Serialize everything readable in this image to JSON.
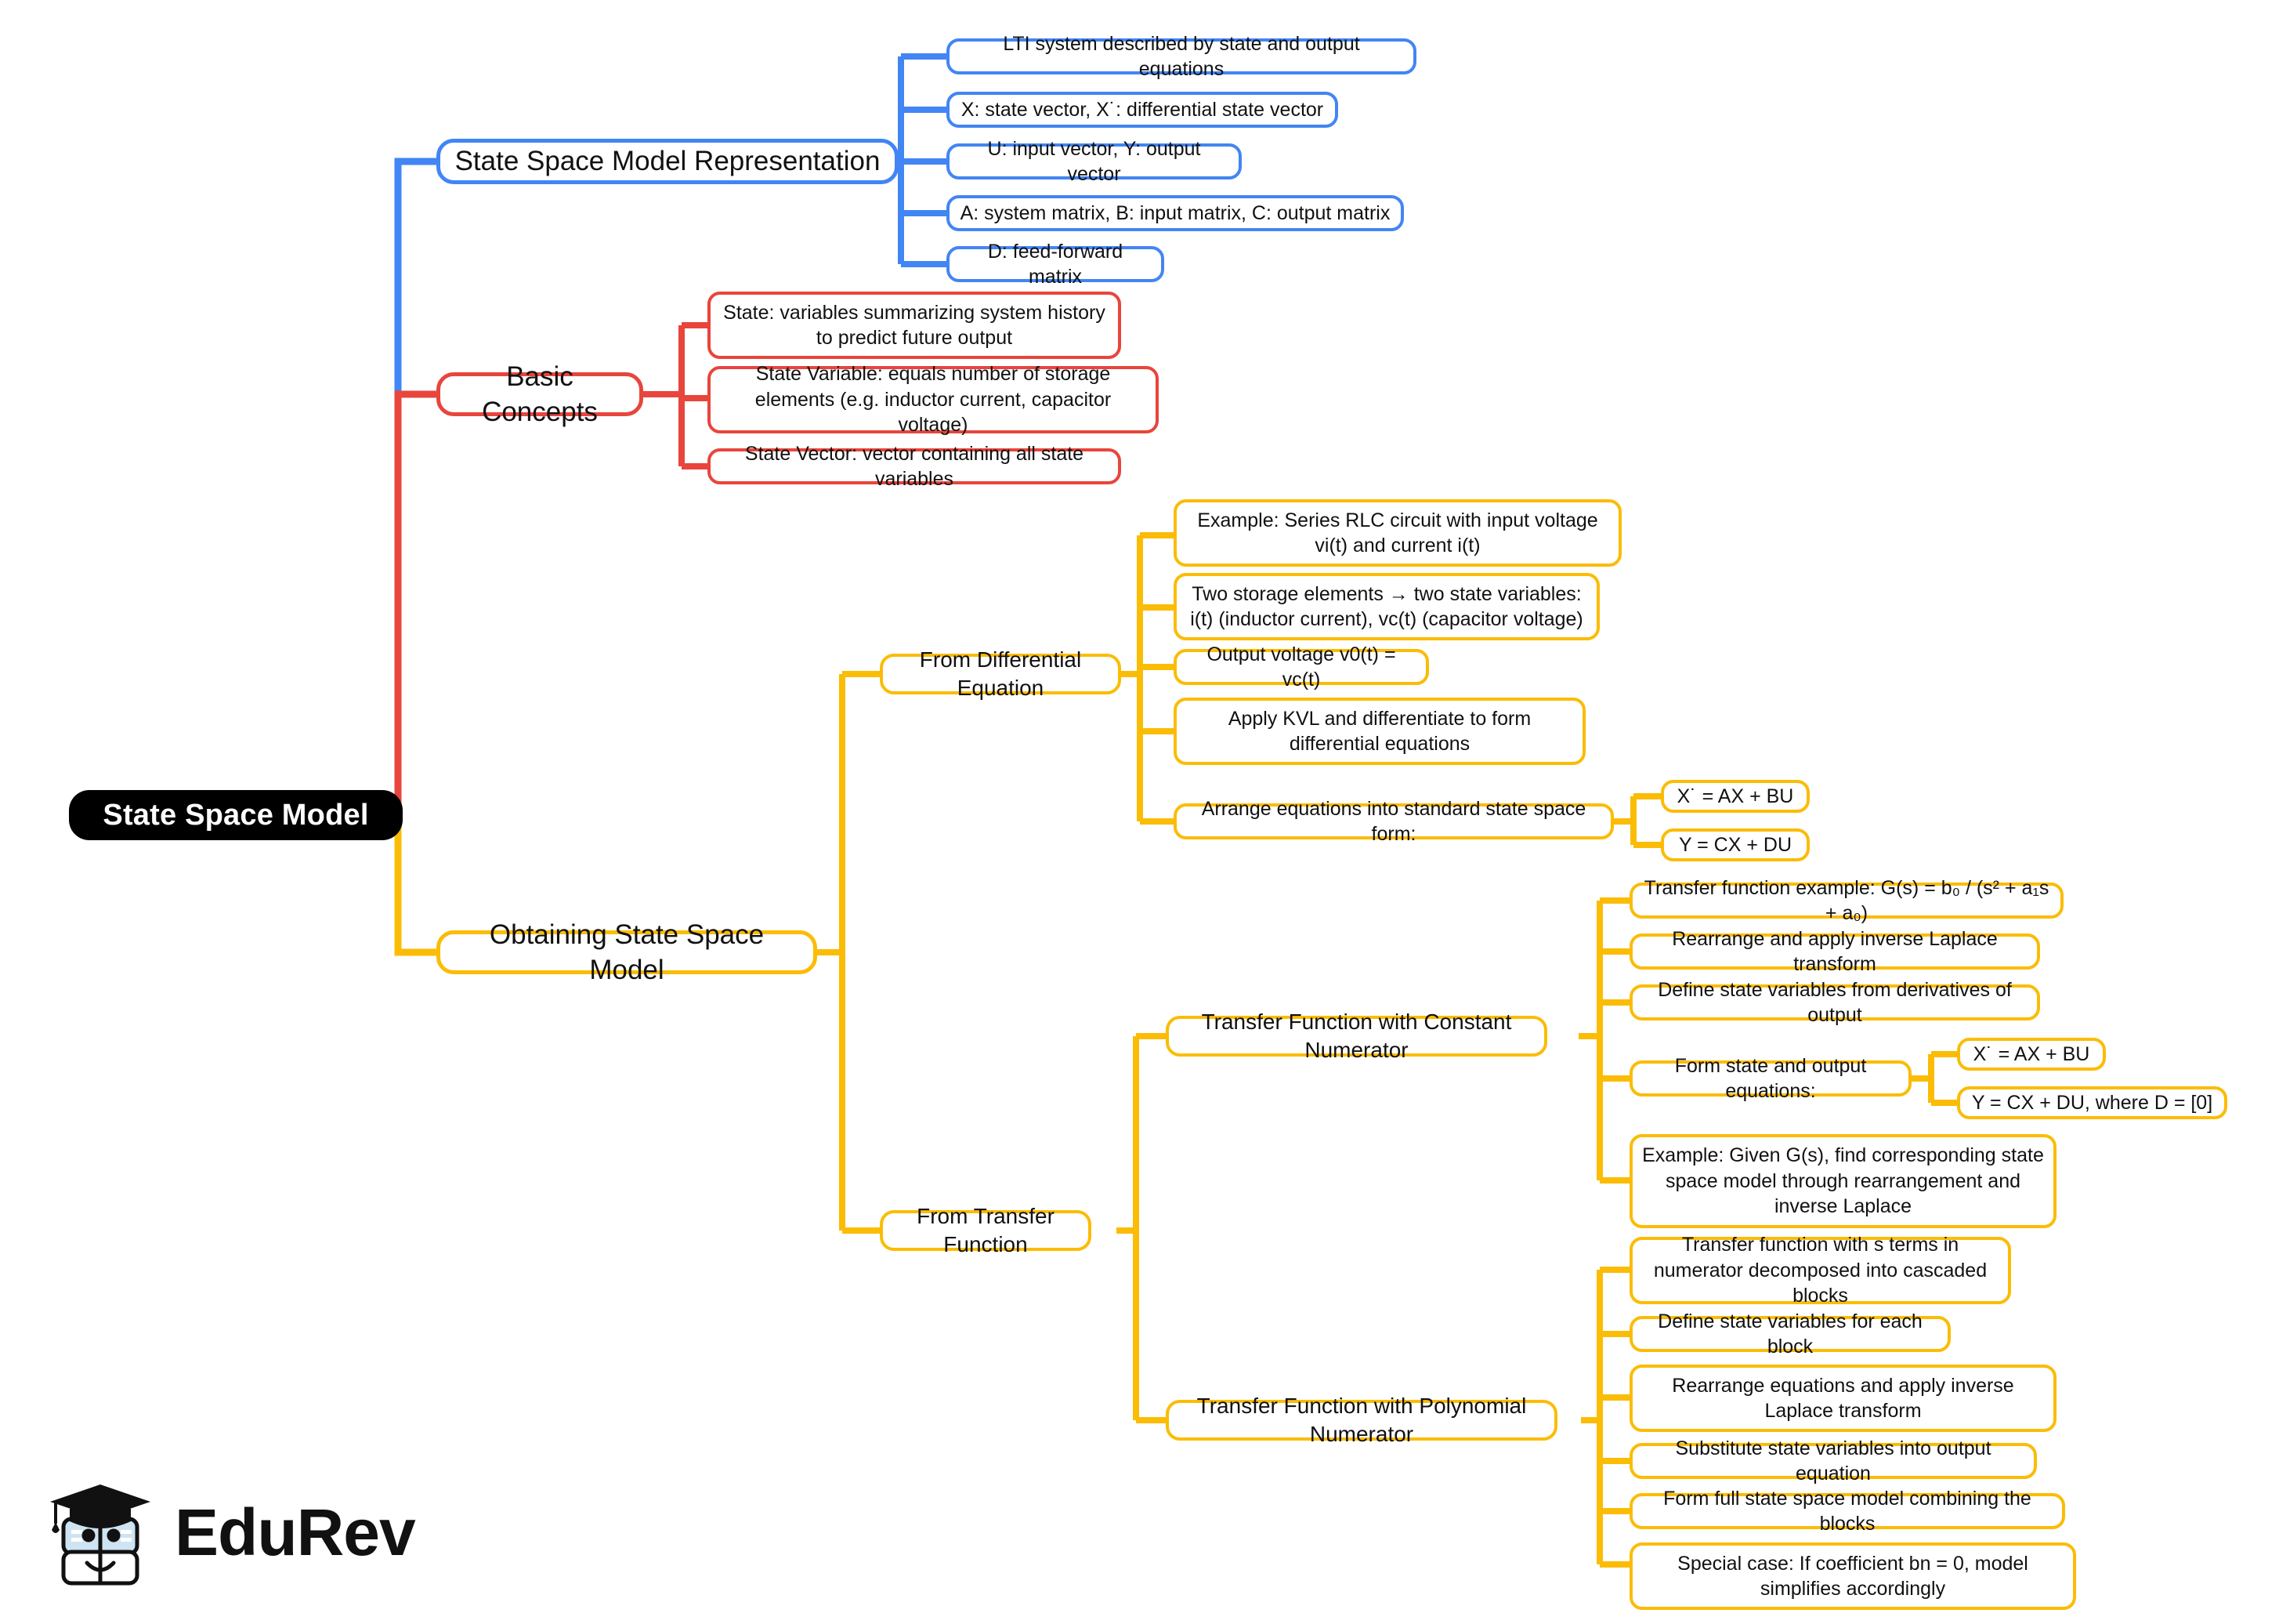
{
  "diagram": {
    "type": "mindmap",
    "root": {
      "label": "State Space Model"
    },
    "colors": {
      "blue": "#4285F4",
      "red": "#E8453C",
      "yellow": "#FBBC05",
      "root_bg": "#000000",
      "node_bg": "#FFFFFF",
      "text": "#111111"
    },
    "branches": [
      {
        "id": "state-space-model-representation",
        "label": "State Space Model Representation",
        "color": "blue",
        "children": [
          {
            "label": "LTI system described by state and output equations"
          },
          {
            "label": "X: state vector, X˙: differential state vector"
          },
          {
            "label": "U: input vector, Y: output vector"
          },
          {
            "label": "A: system matrix, B: input matrix, C: output matrix"
          },
          {
            "label": "D: feed-forward matrix"
          }
        ]
      },
      {
        "id": "basic-concepts",
        "label": "Basic Concepts",
        "color": "red",
        "children": [
          {
            "label": "State: variables summarizing system history to predict future output"
          },
          {
            "label": "State Variable: equals number of storage elements (e.g. inductor current, capacitor voltage)"
          },
          {
            "label": "State Vector: vector containing all state variables"
          }
        ]
      },
      {
        "id": "obtaining-state-space-model",
        "label": "Obtaining State Space Model",
        "color": "yellow",
        "children": [
          {
            "id": "from-differential-equation",
            "label": "From Differential Equation",
            "children": [
              {
                "label": "Example: Series RLC circuit with input voltage vi(t) and current i(t)"
              },
              {
                "label": "Two storage elements → two state variables: i(t) (inductor current), vc(t) (capacitor voltage)"
              },
              {
                "label": "Output voltage v0(t) = vc(t)"
              },
              {
                "label": "Apply KVL and differentiate to form differential equations"
              },
              {
                "label": "Arrange equations into standard state space form:",
                "children": [
                  {
                    "label": "X˙ = AX + BU"
                  },
                  {
                    "label": "Y = CX + DU"
                  }
                ]
              }
            ]
          },
          {
            "id": "from-transfer-function",
            "label": "From Transfer Function",
            "children": [
              {
                "id": "transfer-function-with-constant-numerator",
                "label": "Transfer Function with Constant Numerator",
                "children": [
                  {
                    "label": "Transfer function example: G(s) = b₀ / (s² + a₁s + a₀)"
                  },
                  {
                    "label": "Rearrange and apply inverse Laplace transform"
                  },
                  {
                    "label": "Define state variables from derivatives of output"
                  },
                  {
                    "label": "Form state and output equations:",
                    "children": [
                      {
                        "label": "X˙ = AX + BU"
                      },
                      {
                        "label": "Y = CX + DU, where D = [0]"
                      }
                    ]
                  },
                  {
                    "label": "Example: Given G(s), find corresponding state space model through rearrangement and inverse Laplace"
                  }
                ]
              },
              {
                "id": "transfer-function-with-polynomial-numerator",
                "label": "Transfer Function with Polynomial Numerator",
                "children": [
                  {
                    "label": "Transfer function with s terms in numerator decomposed into cascaded blocks"
                  },
                  {
                    "label": "Define state variables for each block"
                  },
                  {
                    "label": "Rearrange equations and apply inverse Laplace transform"
                  },
                  {
                    "label": "Substitute state variables into output equation"
                  },
                  {
                    "label": "Form full state space model combining the blocks"
                  },
                  {
                    "label": "Special case: If coefficient bn = 0, model simplifies accordingly"
                  }
                ]
              }
            ]
          }
        ]
      }
    ]
  },
  "branding": {
    "name": "EduRev",
    "logo_icon": "graduation-cap-book-icon"
  }
}
